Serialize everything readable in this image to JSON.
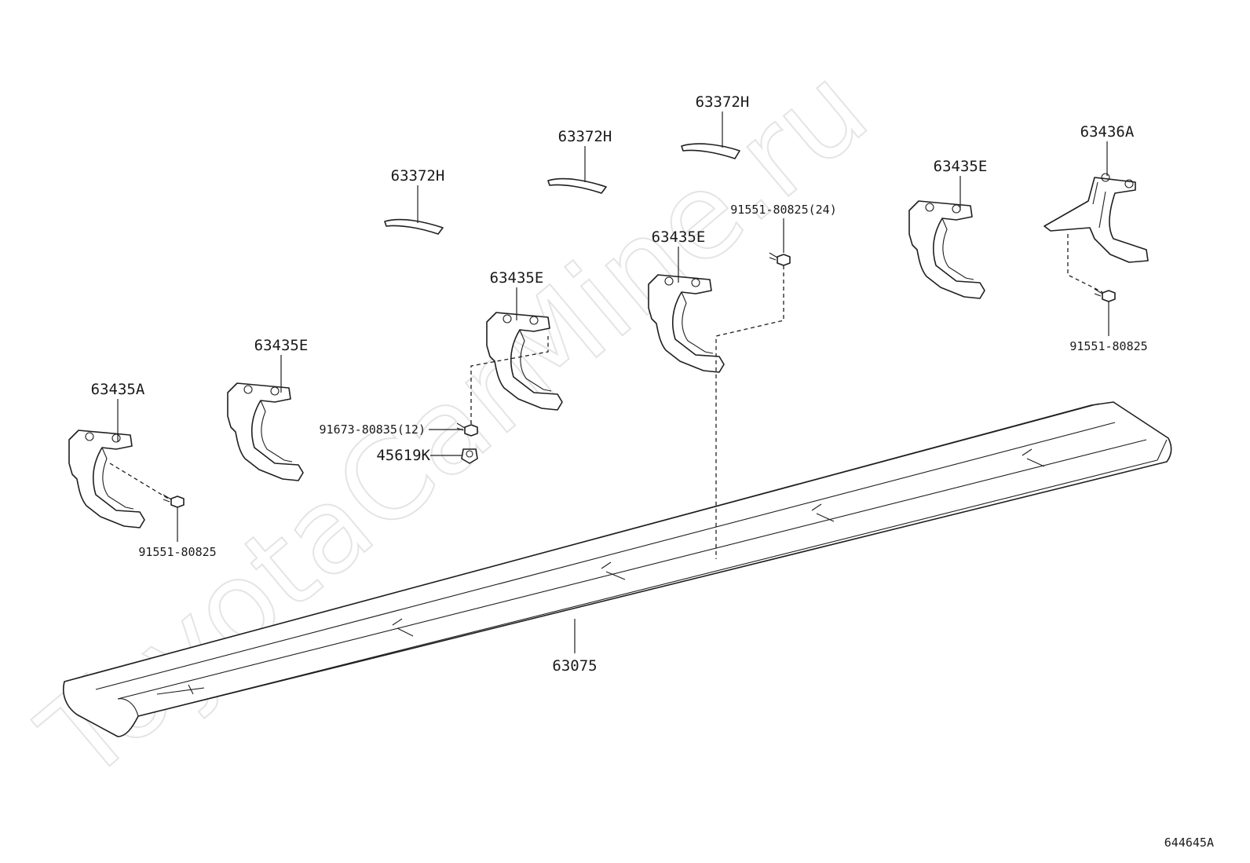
{
  "watermark": "ToyotaCarMine.ru",
  "drawing_id": "644645A",
  "labels": {
    "step_board": "63075",
    "pad_1": "63372H",
    "pad_2": "63372H",
    "pad_3": "63372H",
    "bracket_front": "63435A",
    "bracket_2": "63435E",
    "bracket_3": "63435E",
    "bracket_4": "63435E",
    "bracket_5": "63435E",
    "bracket_rear": "63436A",
    "bolt_front": "91551-80825",
    "bolt_rear": "91551-80825",
    "bolt_board": "91551-80825(24)",
    "bolt_bracket": "91673-80835(12)",
    "nut": "45619K"
  }
}
